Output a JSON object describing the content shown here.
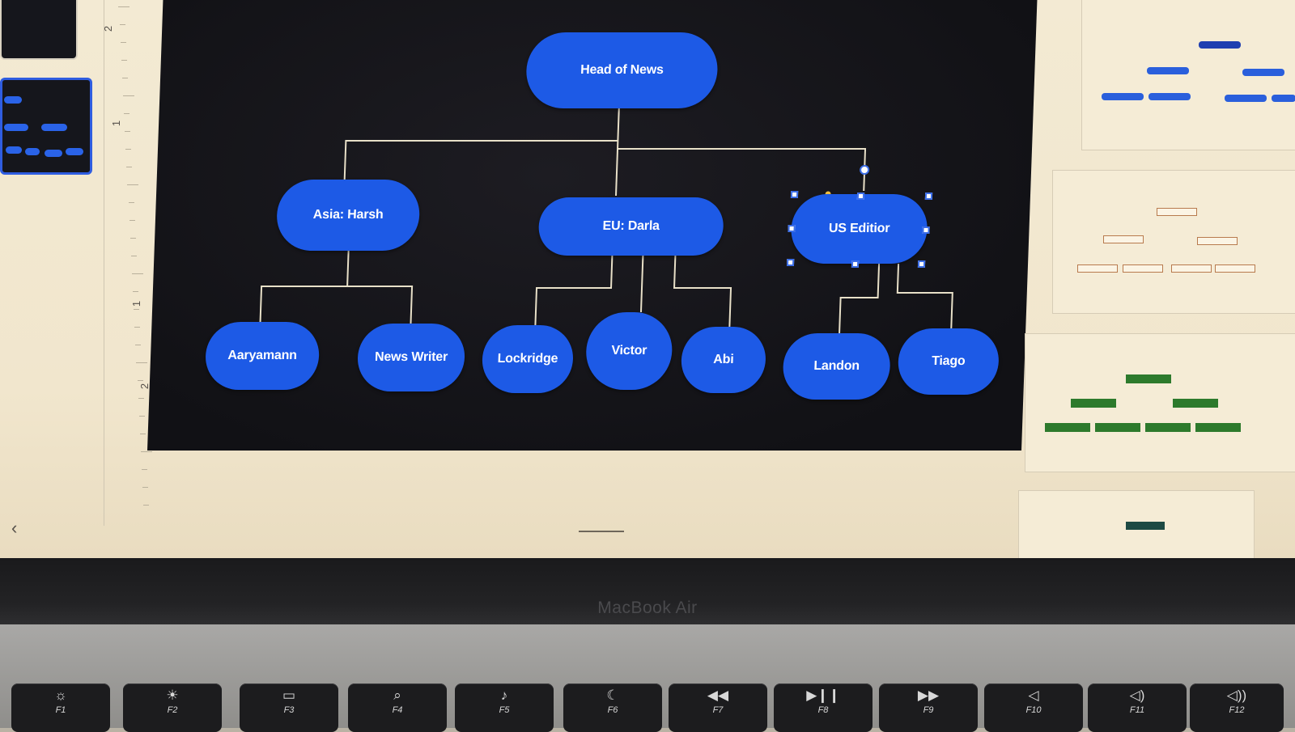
{
  "org_chart": {
    "root": "Head of News",
    "managers": [
      "Asia: Harsh",
      "EU: Darla",
      "US Editior"
    ],
    "reports": [
      "Aaryamann",
      "News Writer",
      "Lockridge",
      "Victor",
      "Abi",
      "Landon",
      "Tiago"
    ],
    "selected": "US Editior"
  },
  "ruler": {
    "labels": [
      "2",
      "1",
      "1",
      "2"
    ]
  },
  "laptop": {
    "brand_label": "MacBook Air"
  },
  "keyboard": {
    "keys": [
      {
        "fn": "F1",
        "icon": "brightness-down-icon",
        "glyph": "☼"
      },
      {
        "fn": "F2",
        "icon": "brightness-up-icon",
        "glyph": "☀"
      },
      {
        "fn": "F3",
        "icon": "mission-control-icon",
        "glyph": "▭"
      },
      {
        "fn": "F4",
        "icon": "search-icon",
        "glyph": "⌕"
      },
      {
        "fn": "F5",
        "icon": "microphone-icon",
        "glyph": "♪"
      },
      {
        "fn": "F6",
        "icon": "moon-icon",
        "glyph": "☾"
      },
      {
        "fn": "F7",
        "icon": "rewind-icon",
        "glyph": "◀◀"
      },
      {
        "fn": "F8",
        "icon": "play-pause-icon",
        "glyph": "▶❙❙"
      },
      {
        "fn": "F9",
        "icon": "fast-forward-icon",
        "glyph": "▶▶"
      },
      {
        "fn": "F10",
        "icon": "mute-icon",
        "glyph": "◁"
      },
      {
        "fn": "F11",
        "icon": "volume-down-icon",
        "glyph": "◁)"
      },
      {
        "fn": "F12",
        "icon": "volume-up-icon",
        "glyph": "◁))"
      }
    ]
  },
  "colors": {
    "node_blue": "#1d5ae6",
    "connector": "#e8e0c8",
    "slide_bg": "#141418",
    "template_green": "#2d7a2c",
    "template_navy": "#1f3fb0"
  },
  "nav": {
    "collapse_glyph": "‹"
  }
}
